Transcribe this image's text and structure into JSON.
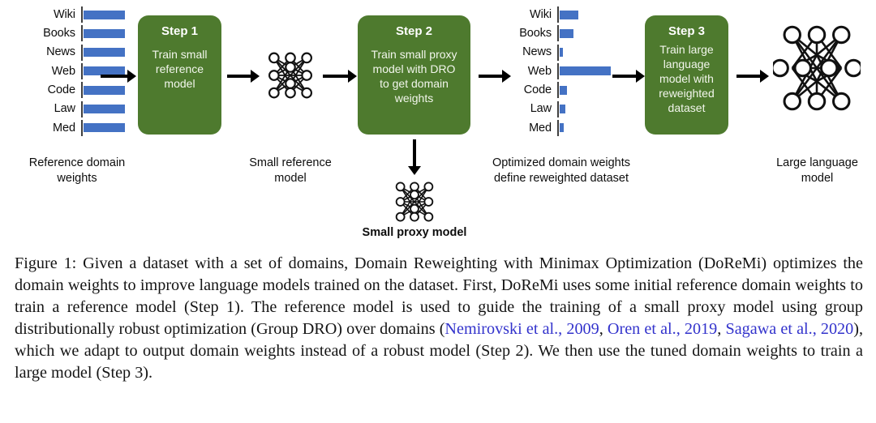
{
  "figure": {
    "reference_chart": {
      "name": "Reference domain weights",
      "caption": "Reference domain\nweights",
      "caption_line1": "Reference domain",
      "caption_line2": "weights",
      "bar_color": "#4472c4",
      "categories": [
        "Wiki",
        "Books",
        "News",
        "Web",
        "Code",
        "Law",
        "Med"
      ],
      "values": [
        1,
        1,
        1,
        1,
        1,
        1,
        1
      ]
    },
    "optimized_chart": {
      "name": "Optimized domain weights",
      "caption_line1": "Optimized domain weights",
      "caption_line2": "define reweighted dataset",
      "bar_color": "#4472c4",
      "categories": [
        "Wiki",
        "Books",
        "News",
        "Web",
        "Code",
        "Law",
        "Med"
      ],
      "values": [
        0.36,
        0.26,
        0.05,
        1.0,
        0.13,
        0.11,
        0.08
      ]
    },
    "steps": [
      {
        "title": "Step 1",
        "body_lines": [
          "Train small",
          "reference",
          "model"
        ],
        "color": "#4e7a2e"
      },
      {
        "title": "Step 2",
        "body_lines": [
          "Train small proxy",
          "model with DRO",
          "to get domain",
          "weights"
        ],
        "color": "#4e7a2e"
      },
      {
        "title": "Step 3",
        "body_lines": [
          "Train large",
          "language",
          "model with",
          "reweighted",
          "dataset"
        ],
        "color": "#4e7a2e"
      }
    ],
    "models": [
      {
        "id": "small-reference-model",
        "caption_line1": "Small reference",
        "caption_line2": "model"
      },
      {
        "id": "small-proxy-model",
        "caption_line1": "Small proxy model",
        "caption_line2": ""
      },
      {
        "id": "large-language-model",
        "caption_line1": "Large language",
        "caption_line2": "model"
      }
    ]
  },
  "caption": {
    "segments": [
      {
        "text": "Figure 1: Given a dataset with a set of domains, Domain Reweighting with Minimax Optimization (DoReMi) optimizes the domain weights to improve language models trained on the dataset. First, DoReMi uses some initial reference domain weights to train a reference model (Step 1). The reference model is used to guide the training of a small proxy model using group distributionally robust optimization (Group DRO) over domains (",
        "type": "plain"
      },
      {
        "text": "Nemirovski et al., 2009",
        "type": "cite"
      },
      {
        "text": ", ",
        "type": "plain"
      },
      {
        "text": "Oren et al., 2019",
        "type": "cite"
      },
      {
        "text": ", ",
        "type": "plain"
      },
      {
        "text": "Sagawa et al., 2020",
        "type": "cite"
      },
      {
        "text": "), which we adapt to output domain weights instead of a robust model (Step 2). We then use the tuned domain weights to train a large model (Step 3).",
        "type": "plain"
      }
    ],
    "cite_color": "#3333cc"
  },
  "chart_data": [
    {
      "type": "bar",
      "title": "Reference domain weights",
      "orientation": "horizontal",
      "categories": [
        "Wiki",
        "Books",
        "News",
        "Web",
        "Code",
        "Law",
        "Med"
      ],
      "values": [
        1,
        1,
        1,
        1,
        1,
        1,
        1
      ],
      "xlabel": "",
      "ylabel": "",
      "xlim": [
        0,
        1
      ],
      "grid": false,
      "legend": "none"
    },
    {
      "type": "bar",
      "title": "Optimized domain weights define reweighted dataset",
      "orientation": "horizontal",
      "categories": [
        "Wiki",
        "Books",
        "News",
        "Web",
        "Code",
        "Law",
        "Med"
      ],
      "values": [
        0.36,
        0.26,
        0.05,
        1.0,
        0.13,
        0.11,
        0.08
      ],
      "xlabel": "",
      "ylabel": "",
      "xlim": [
        0,
        1
      ],
      "grid": false,
      "legend": "none"
    }
  ]
}
